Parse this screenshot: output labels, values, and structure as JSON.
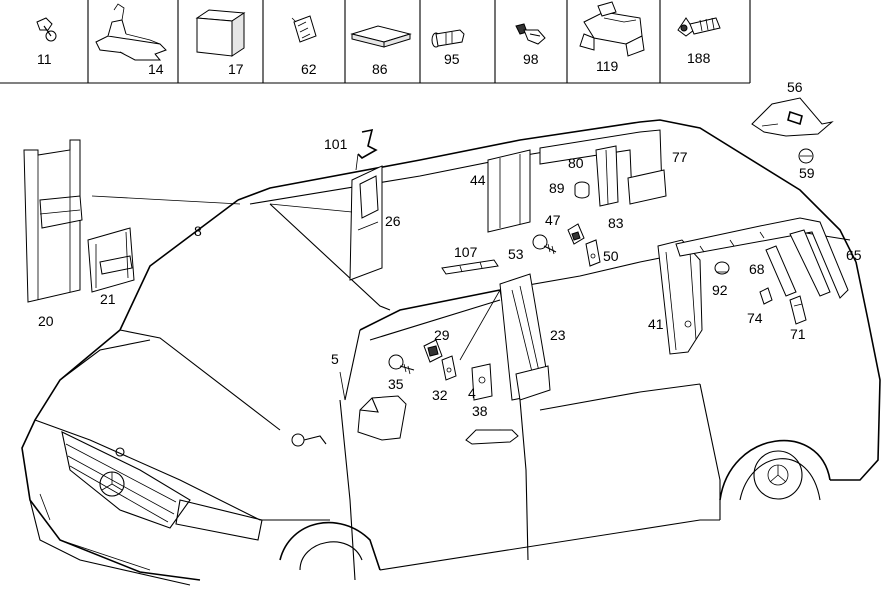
{
  "header_parts": [
    {
      "num": "11",
      "icon": "screw-clip-icon"
    },
    {
      "num": "14",
      "icon": "bracket-clip-icon"
    },
    {
      "num": "17",
      "icon": "foam-block-icon"
    },
    {
      "num": "62",
      "icon": "spring-clip-icon"
    },
    {
      "num": "86",
      "icon": "pad-icon"
    },
    {
      "num": "95",
      "icon": "rivet-icon"
    },
    {
      "num": "98",
      "icon": "push-clip-icon"
    },
    {
      "num": "119",
      "icon": "holder-bracket-icon"
    },
    {
      "num": "188",
      "icon": "expanding-rivet-icon"
    }
  ],
  "callouts": {
    "c20": "20",
    "c21": "21",
    "c8": "8",
    "c101": "101",
    "c26": "26",
    "c44": "44",
    "c80": "80",
    "c77": "77",
    "c89": "89",
    "c47": "47",
    "c83": "83",
    "c107": "107",
    "c53": "53",
    "c50": "50",
    "c56": "56",
    "c59": "59",
    "c65": "65",
    "c68": "68",
    "c92": "92",
    "c74": "74",
    "c71": "71",
    "c41": "41",
    "c29": "29",
    "c23": "23",
    "c5": "5",
    "c35": "35",
    "c32": "32",
    "c38": "38",
    "c4": "4"
  }
}
